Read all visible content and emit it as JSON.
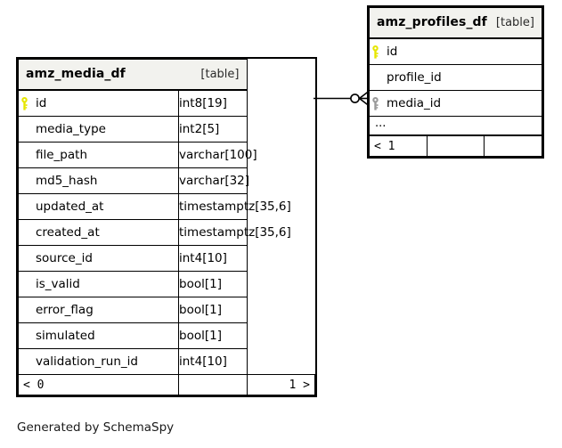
{
  "diagram": {
    "type": "entity-relationship",
    "caption": "Generated by SchemaSpy",
    "background": "#ffffff",
    "border_color": "#000000",
    "header_background": "#f2f2ee",
    "pk_key_color": "#e6e600",
    "fk_key_color": "#999999"
  },
  "tables": [
    {
      "name": "amz_media_df",
      "tag": "[table]",
      "columns": [
        {
          "key": "pk",
          "name": "id",
          "type": "int8[19]"
        },
        {
          "key": "",
          "name": "media_type",
          "type": "int2[5]"
        },
        {
          "key": "",
          "name": "file_path",
          "type": "varchar[100]"
        },
        {
          "key": "",
          "name": "md5_hash",
          "type": "varchar[32]"
        },
        {
          "key": "",
          "name": "updated_at",
          "type": "timestamptz[35,6]"
        },
        {
          "key": "",
          "name": "created_at",
          "type": "timestamptz[35,6]"
        },
        {
          "key": "",
          "name": "source_id",
          "type": "int4[10]"
        },
        {
          "key": "",
          "name": "is_valid",
          "type": "bool[1]"
        },
        {
          "key": "",
          "name": "error_flag",
          "type": "bool[1]"
        },
        {
          "key": "",
          "name": "simulated",
          "type": "bool[1]"
        },
        {
          "key": "",
          "name": "validation_run_id",
          "type": "int4[10]"
        }
      ],
      "footer": {
        "left": "< 0",
        "middle": "",
        "right": "1 >"
      }
    },
    {
      "name": "amz_profiles_df",
      "tag": "[table]",
      "columns": [
        {
          "key": "pk",
          "name": "id",
          "type": ""
        },
        {
          "key": "",
          "name": "profile_id",
          "type": ""
        },
        {
          "key": "fk",
          "name": "media_id",
          "type": ""
        }
      ],
      "more_indicator": "...",
      "footer": {
        "left": "< 1",
        "middle": "",
        "right": ""
      }
    }
  ],
  "relationships": [
    {
      "from_table": "amz_media_df",
      "from_column": "id",
      "to_table": "amz_profiles_df",
      "to_column": "media_id",
      "source_cardinality": "one",
      "target_cardinality": "zero-or-many"
    }
  ]
}
